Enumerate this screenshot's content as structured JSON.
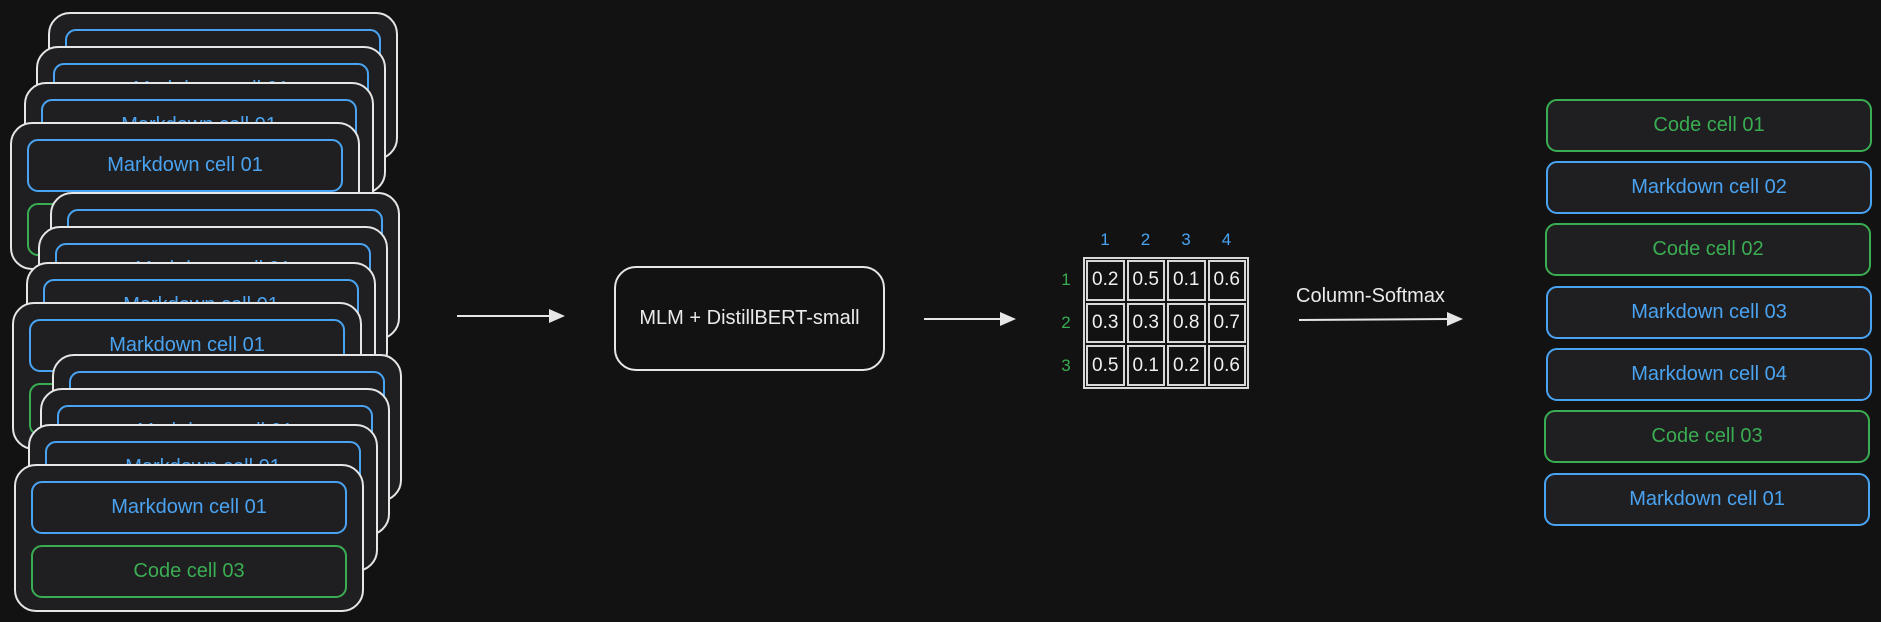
{
  "colors": {
    "background": "#121212",
    "markdown": "#4aa3f0",
    "code": "#3aad52",
    "outline": "#e6e6e6"
  },
  "input_stack": {
    "groups": [
      {
        "markdown_label": "Markdown cell 01",
        "code_label": "Code cell 01"
      },
      {
        "markdown_label": "Markdown cell 01",
        "code_label": "Code cell 02"
      },
      {
        "markdown_label": "Markdown cell 01",
        "code_label": "Code cell 03"
      }
    ]
  },
  "model": {
    "label": "MLM + DistillBERT-small"
  },
  "score_matrix": {
    "column_headers": [
      "1",
      "2",
      "3",
      "4"
    ],
    "row_headers": [
      "1",
      "2",
      "3"
    ],
    "rows": [
      [
        "0.2",
        "0.5",
        "0.1",
        "0.6"
      ],
      [
        "0.3",
        "0.3",
        "0.8",
        "0.7"
      ],
      [
        "0.5",
        "0.1",
        "0.2",
        "0.6"
      ]
    ]
  },
  "softmax": {
    "label": "Column-Softmax"
  },
  "output_order": [
    {
      "label": "Code cell 01",
      "kind": "code"
    },
    {
      "label": "Markdown cell 02",
      "kind": "markdown"
    },
    {
      "label": "Code cell 02",
      "kind": "code"
    },
    {
      "label": "Markdown cell 03",
      "kind": "markdown"
    },
    {
      "label": "Markdown cell 04",
      "kind": "markdown"
    },
    {
      "label": "Code cell 03",
      "kind": "code"
    },
    {
      "label": "Markdown cell 01",
      "kind": "markdown"
    }
  ]
}
